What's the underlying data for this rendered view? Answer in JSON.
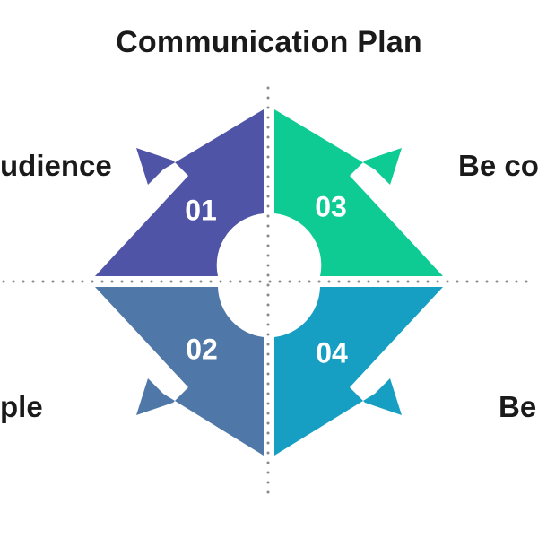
{
  "title": "Communication Plan",
  "segments": [
    {
      "number": "01",
      "label": "udience",
      "color": "#5054a6"
    },
    {
      "number": "02",
      "label": "ple",
      "color": "#4f78a8"
    },
    {
      "number": "03",
      "label": "Be co",
      "color": "#0ecb93"
    },
    {
      "number": "04",
      "label": "Be",
      "color": "#169fc2"
    }
  ],
  "divider_color": "#8a8a8a"
}
